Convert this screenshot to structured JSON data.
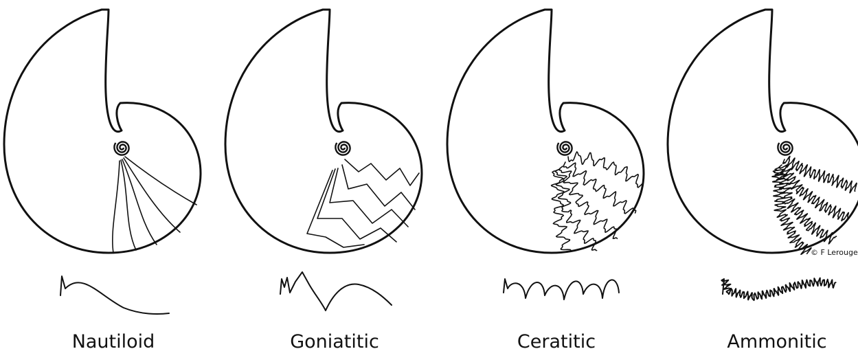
{
  "panels": [
    {
      "key": "nautiloid",
      "label": "Nautiloid"
    },
    {
      "key": "goniatitic",
      "label": "Goniatitic"
    },
    {
      "key": "ceratitic",
      "label": "Ceratitic"
    },
    {
      "key": "ammonitic",
      "label": "Ammonitic"
    }
  ],
  "credit": "© F Lerouge"
}
